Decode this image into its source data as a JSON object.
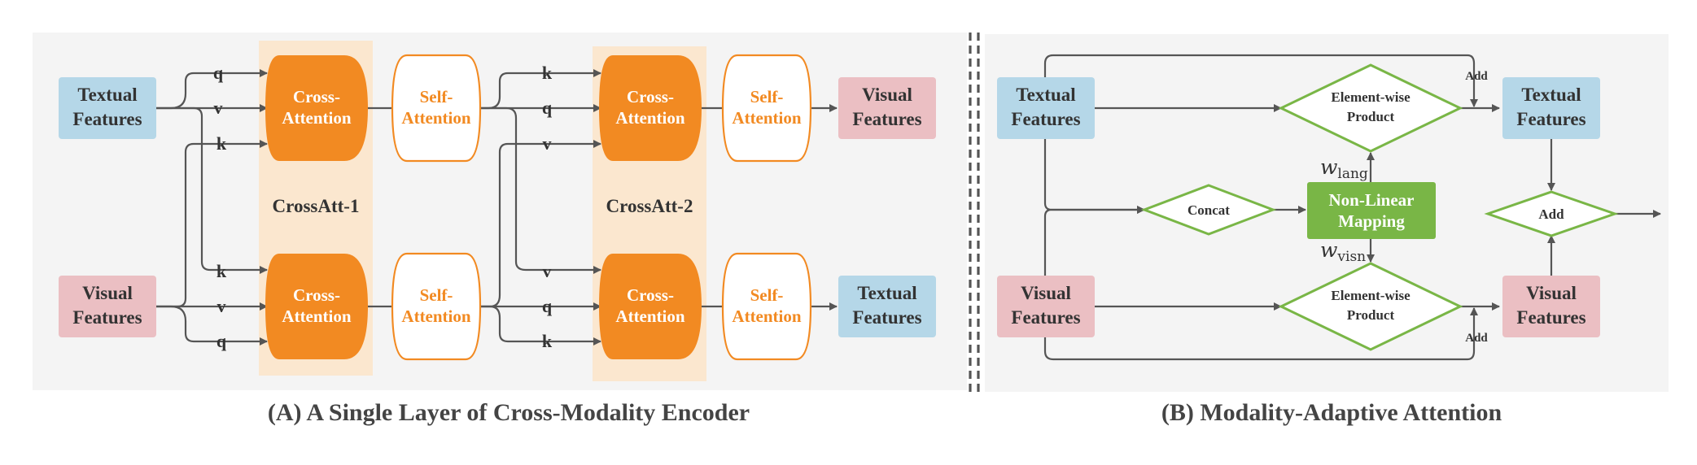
{
  "colors": {
    "panel_bg": "#f4f4f4",
    "crossatt_band": "#fbe7cf",
    "orange": "#f28a22",
    "textual": "#b5d7e8",
    "visual": "#ebbfc3",
    "green": "#79b646",
    "arrow": "#555555",
    "text": "#333333"
  },
  "panel_a": {
    "caption": "(A) A Single Layer of Cross-Modality Encoder",
    "inputs": {
      "textual": [
        "Textual",
        "Features"
      ],
      "visual": [
        "Visual",
        "Features"
      ]
    },
    "outputs": {
      "top": [
        "Visual",
        "Features"
      ],
      "bottom": [
        "Textual",
        "Features"
      ]
    },
    "cross_attention": [
      "Cross-",
      "Attention"
    ],
    "self_attention": [
      "Self-",
      "Attention"
    ],
    "block_labels": [
      "CrossAtt-1",
      "CrossAtt-2"
    ],
    "arrow_labels": {
      "att1_top": [
        "q",
        "v",
        "k"
      ],
      "att1_bottom": [
        "k",
        "v",
        "q"
      ],
      "att2_top": [
        "k",
        "q",
        "v"
      ],
      "att2_bottom": [
        "v",
        "q",
        "k"
      ]
    }
  },
  "panel_b": {
    "caption": "(B) Modality-Adaptive Attention",
    "textual_in": [
      "Textual",
      "Features"
    ],
    "visual_in": [
      "Visual",
      "Features"
    ],
    "textual_out": [
      "Textual",
      "Features"
    ],
    "visual_out": [
      "Visual",
      "Features"
    ],
    "element_wise": [
      "Element-wise",
      "Product"
    ],
    "concat": "Concat",
    "mapping": [
      "Non-Linear",
      "Mapping"
    ],
    "add": "Add",
    "w_symbol": "w",
    "w_lang_sub": "lang",
    "w_visn_sub": "visn"
  }
}
